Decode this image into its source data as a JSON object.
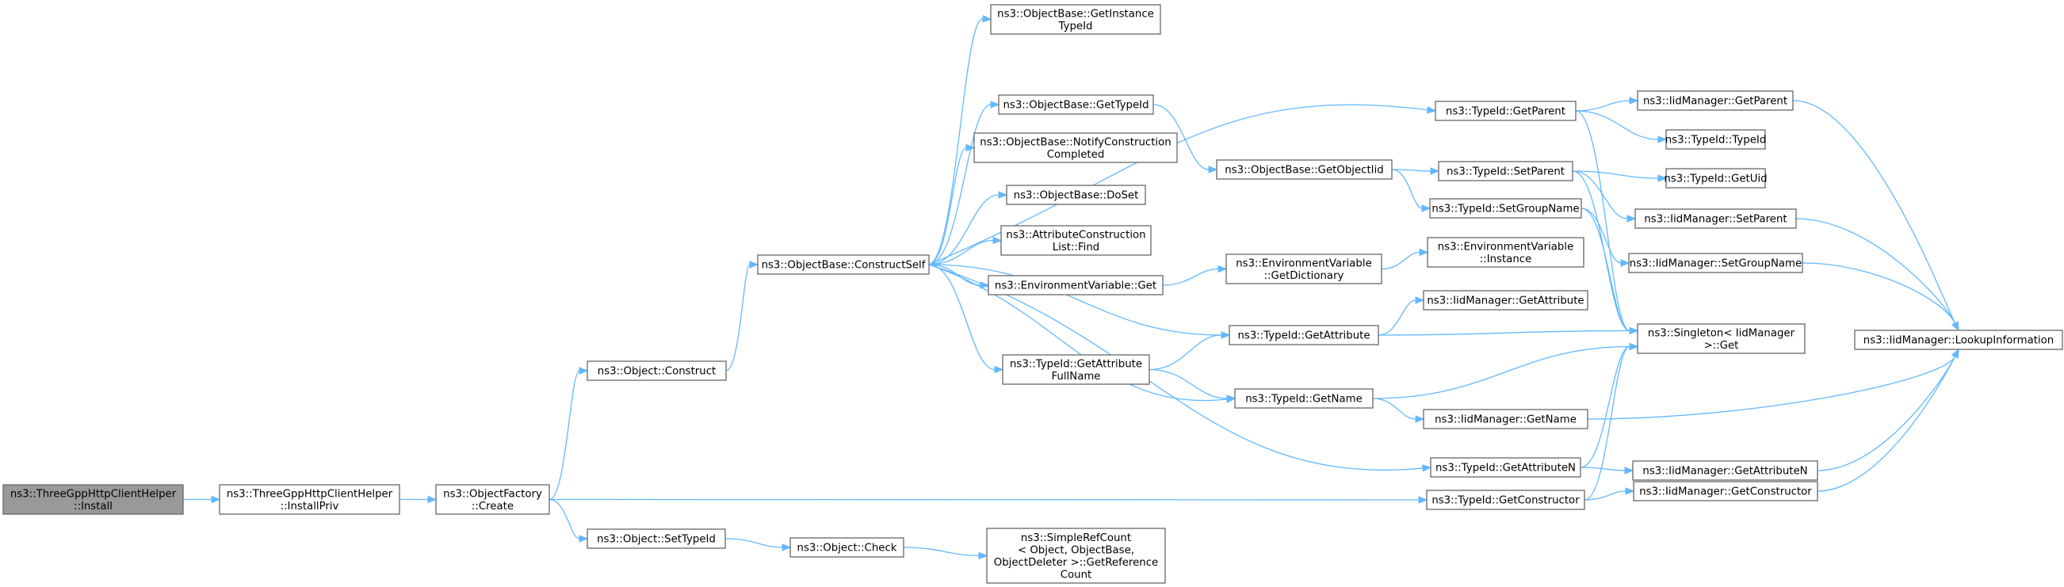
{
  "graph": {
    "nodes": [
      {
        "id": "install",
        "lines": [
          "ns3::ThreeGppHttpClientHelper",
          "::Install"
        ],
        "root": true
      },
      {
        "id": "installpriv",
        "lines": [
          "ns3::ThreeGppHttpClientHelper",
          "::InstallPriv"
        ]
      },
      {
        "id": "factorycreate",
        "lines": [
          "ns3::ObjectFactory",
          "::Create"
        ]
      },
      {
        "id": "objconstruct",
        "lines": [
          "ns3::Object::Construct"
        ]
      },
      {
        "id": "settypeid",
        "lines": [
          "ns3::Object::SetTypeId"
        ]
      },
      {
        "id": "constructself",
        "lines": [
          "ns3::ObjectBase::ConstructSelf"
        ]
      },
      {
        "id": "objcheck",
        "lines": [
          "ns3::Object::Check"
        ]
      },
      {
        "id": "simplerefcount",
        "lines": [
          "ns3::SimpleRefCount",
          "< Object, ObjectBase,",
          "ObjectDeleter >::GetReference",
          "Count"
        ]
      },
      {
        "id": "getinstancetypeid",
        "lines": [
          "ns3::ObjectBase::GetInstance",
          "TypeId"
        ]
      },
      {
        "id": "gettypeid",
        "lines": [
          "ns3::ObjectBase::GetTypeId"
        ]
      },
      {
        "id": "notifyconstruction",
        "lines": [
          "ns3::ObjectBase::NotifyConstruction",
          "Completed"
        ]
      },
      {
        "id": "doset",
        "lines": [
          "ns3::ObjectBase::DoSet"
        ]
      },
      {
        "id": "attrconstructionfind",
        "lines": [
          "ns3::AttributeConstruction",
          "List::Find"
        ]
      },
      {
        "id": "envget",
        "lines": [
          "ns3::EnvironmentVariable::Get"
        ]
      },
      {
        "id": "getattributefullname",
        "lines": [
          "ns3::TypeId::GetAttribute",
          "FullName"
        ]
      },
      {
        "id": "getobjectiid",
        "lines": [
          "ns3::ObjectBase::GetObjectIid"
        ]
      },
      {
        "id": "getdictionary",
        "lines": [
          "ns3::EnvironmentVariable",
          "::GetDictionary"
        ]
      },
      {
        "id": "getattribute",
        "lines": [
          "ns3::TypeId::GetAttribute"
        ]
      },
      {
        "id": "getname",
        "lines": [
          "ns3::TypeId::GetName"
        ]
      },
      {
        "id": "getparent",
        "lines": [
          "ns3::TypeId::GetParent"
        ]
      },
      {
        "id": "setparent",
        "lines": [
          "ns3::TypeId::SetParent"
        ]
      },
      {
        "id": "setgroupname",
        "lines": [
          "ns3::TypeId::SetGroupName"
        ]
      },
      {
        "id": "envinstance",
        "lines": [
          "ns3::EnvironmentVariable",
          "::Instance"
        ]
      },
      {
        "id": "iidgetattribute",
        "lines": [
          "ns3::IidManager::GetAttribute"
        ]
      },
      {
        "id": "iidgetname",
        "lines": [
          "ns3::IidManager::GetName"
        ]
      },
      {
        "id": "getattributen",
        "lines": [
          "ns3::TypeId::GetAttributeN"
        ]
      },
      {
        "id": "getconstructor",
        "lines": [
          "ns3::TypeId::GetConstructor"
        ]
      },
      {
        "id": "iidgetparent",
        "lines": [
          "ns3::IidManager::GetParent"
        ]
      },
      {
        "id": "typeidtypeid",
        "lines": [
          "ns3::TypeId::TypeId"
        ]
      },
      {
        "id": "getuid",
        "lines": [
          "ns3::TypeId::GetUid"
        ]
      },
      {
        "id": "iidsetparent",
        "lines": [
          "ns3::IidManager::SetParent"
        ]
      },
      {
        "id": "iidsetgroupname",
        "lines": [
          "ns3::IidManager::SetGroupName"
        ]
      },
      {
        "id": "singletonget",
        "lines": [
          "ns3::Singleton< IidManager",
          " >::Get"
        ]
      },
      {
        "id": "iidgetattributen",
        "lines": [
          "ns3::IidManager::GetAttributeN"
        ]
      },
      {
        "id": "iidgetconstructor",
        "lines": [
          "ns3::IidManager::GetConstructor"
        ]
      },
      {
        "id": "lookupinformation",
        "lines": [
          "ns3::IidManager::LookupInformation"
        ]
      }
    ],
    "edges": [
      [
        "install",
        "installpriv"
      ],
      [
        "installpriv",
        "factorycreate"
      ],
      [
        "factorycreate",
        "objconstruct"
      ],
      [
        "factorycreate",
        "settypeid"
      ],
      [
        "factorycreate",
        "getconstructor"
      ],
      [
        "objconstruct",
        "constructself"
      ],
      [
        "settypeid",
        "objcheck"
      ],
      [
        "objcheck",
        "simplerefcount"
      ],
      [
        "constructself",
        "getinstancetypeid"
      ],
      [
        "constructself",
        "gettypeid"
      ],
      [
        "constructself",
        "notifyconstruction"
      ],
      [
        "constructself",
        "doset"
      ],
      [
        "constructself",
        "attrconstructionfind"
      ],
      [
        "constructself",
        "envget"
      ],
      [
        "constructself",
        "getattributefullname"
      ],
      [
        "constructself",
        "getparent"
      ],
      [
        "constructself",
        "getattribute"
      ],
      [
        "constructself",
        "getname"
      ],
      [
        "constructself",
        "getattributen"
      ],
      [
        "gettypeid",
        "getobjectiid"
      ],
      [
        "envget",
        "getdictionary"
      ],
      [
        "getattributefullname",
        "getattribute"
      ],
      [
        "getattributefullname",
        "getname"
      ],
      [
        "getobjectiid",
        "setparent"
      ],
      [
        "getobjectiid",
        "setgroupname"
      ],
      [
        "getdictionary",
        "envinstance"
      ],
      [
        "getattribute",
        "iidgetattribute"
      ],
      [
        "getattribute",
        "singletonget"
      ],
      [
        "getname",
        "singletonget"
      ],
      [
        "getname",
        "iidgetname"
      ],
      [
        "getparent",
        "iidgetparent"
      ],
      [
        "getparent",
        "typeidtypeid"
      ],
      [
        "getparent",
        "singletonget"
      ],
      [
        "setparent",
        "getuid"
      ],
      [
        "setparent",
        "iidsetparent"
      ],
      [
        "setparent",
        "singletonget"
      ],
      [
        "setgroupname",
        "singletonget"
      ],
      [
        "setgroupname",
        "iidsetgroupname"
      ],
      [
        "getattributen",
        "singletonget"
      ],
      [
        "getattributen",
        "iidgetattributen"
      ],
      [
        "getconstructor",
        "singletonget"
      ],
      [
        "getconstructor",
        "iidgetconstructor"
      ],
      [
        "iidgetparent",
        "lookupinformation"
      ],
      [
        "iidsetparent",
        "lookupinformation"
      ],
      [
        "iidsetgroupname",
        "lookupinformation"
      ],
      [
        "iidgetname",
        "lookupinformation"
      ],
      [
        "iidgetattributen",
        "lookupinformation"
      ],
      [
        "iidgetconstructor",
        "lookupinformation"
      ]
    ]
  }
}
